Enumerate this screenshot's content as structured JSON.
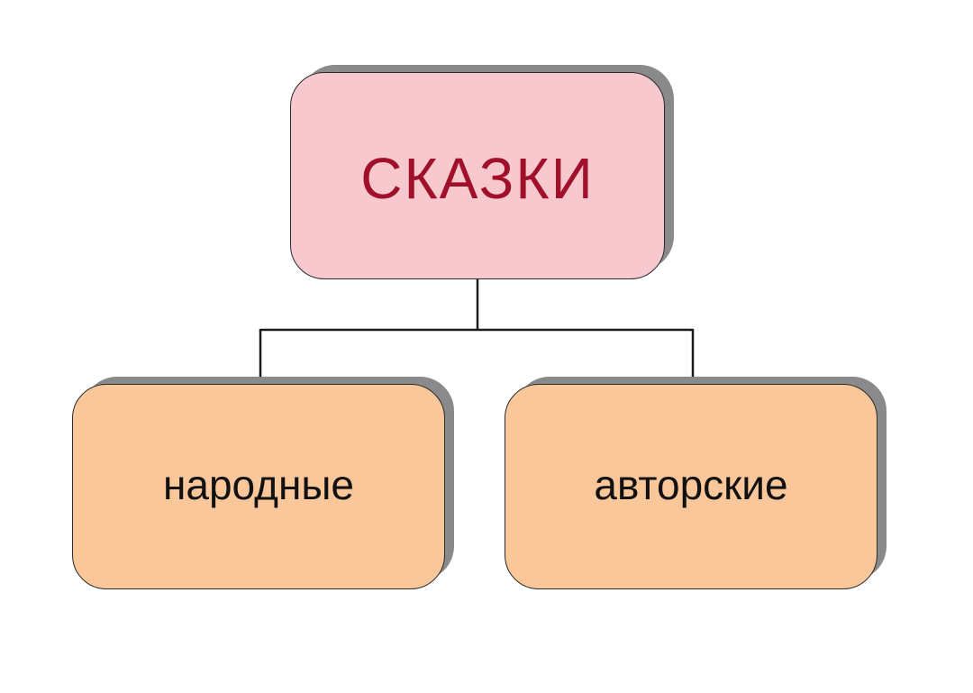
{
  "diagram": {
    "root": {
      "label": "СКАЗКИ",
      "fill": "#f7c8ce",
      "text_color": "#a0102a"
    },
    "children": [
      {
        "label": "народные",
        "fill": "#f9c79a",
        "text_color": "#111111"
      },
      {
        "label": "авторские",
        "fill": "#f9c79a",
        "text_color": "#111111"
      }
    ],
    "connector_color": "#1a1a1a"
  }
}
